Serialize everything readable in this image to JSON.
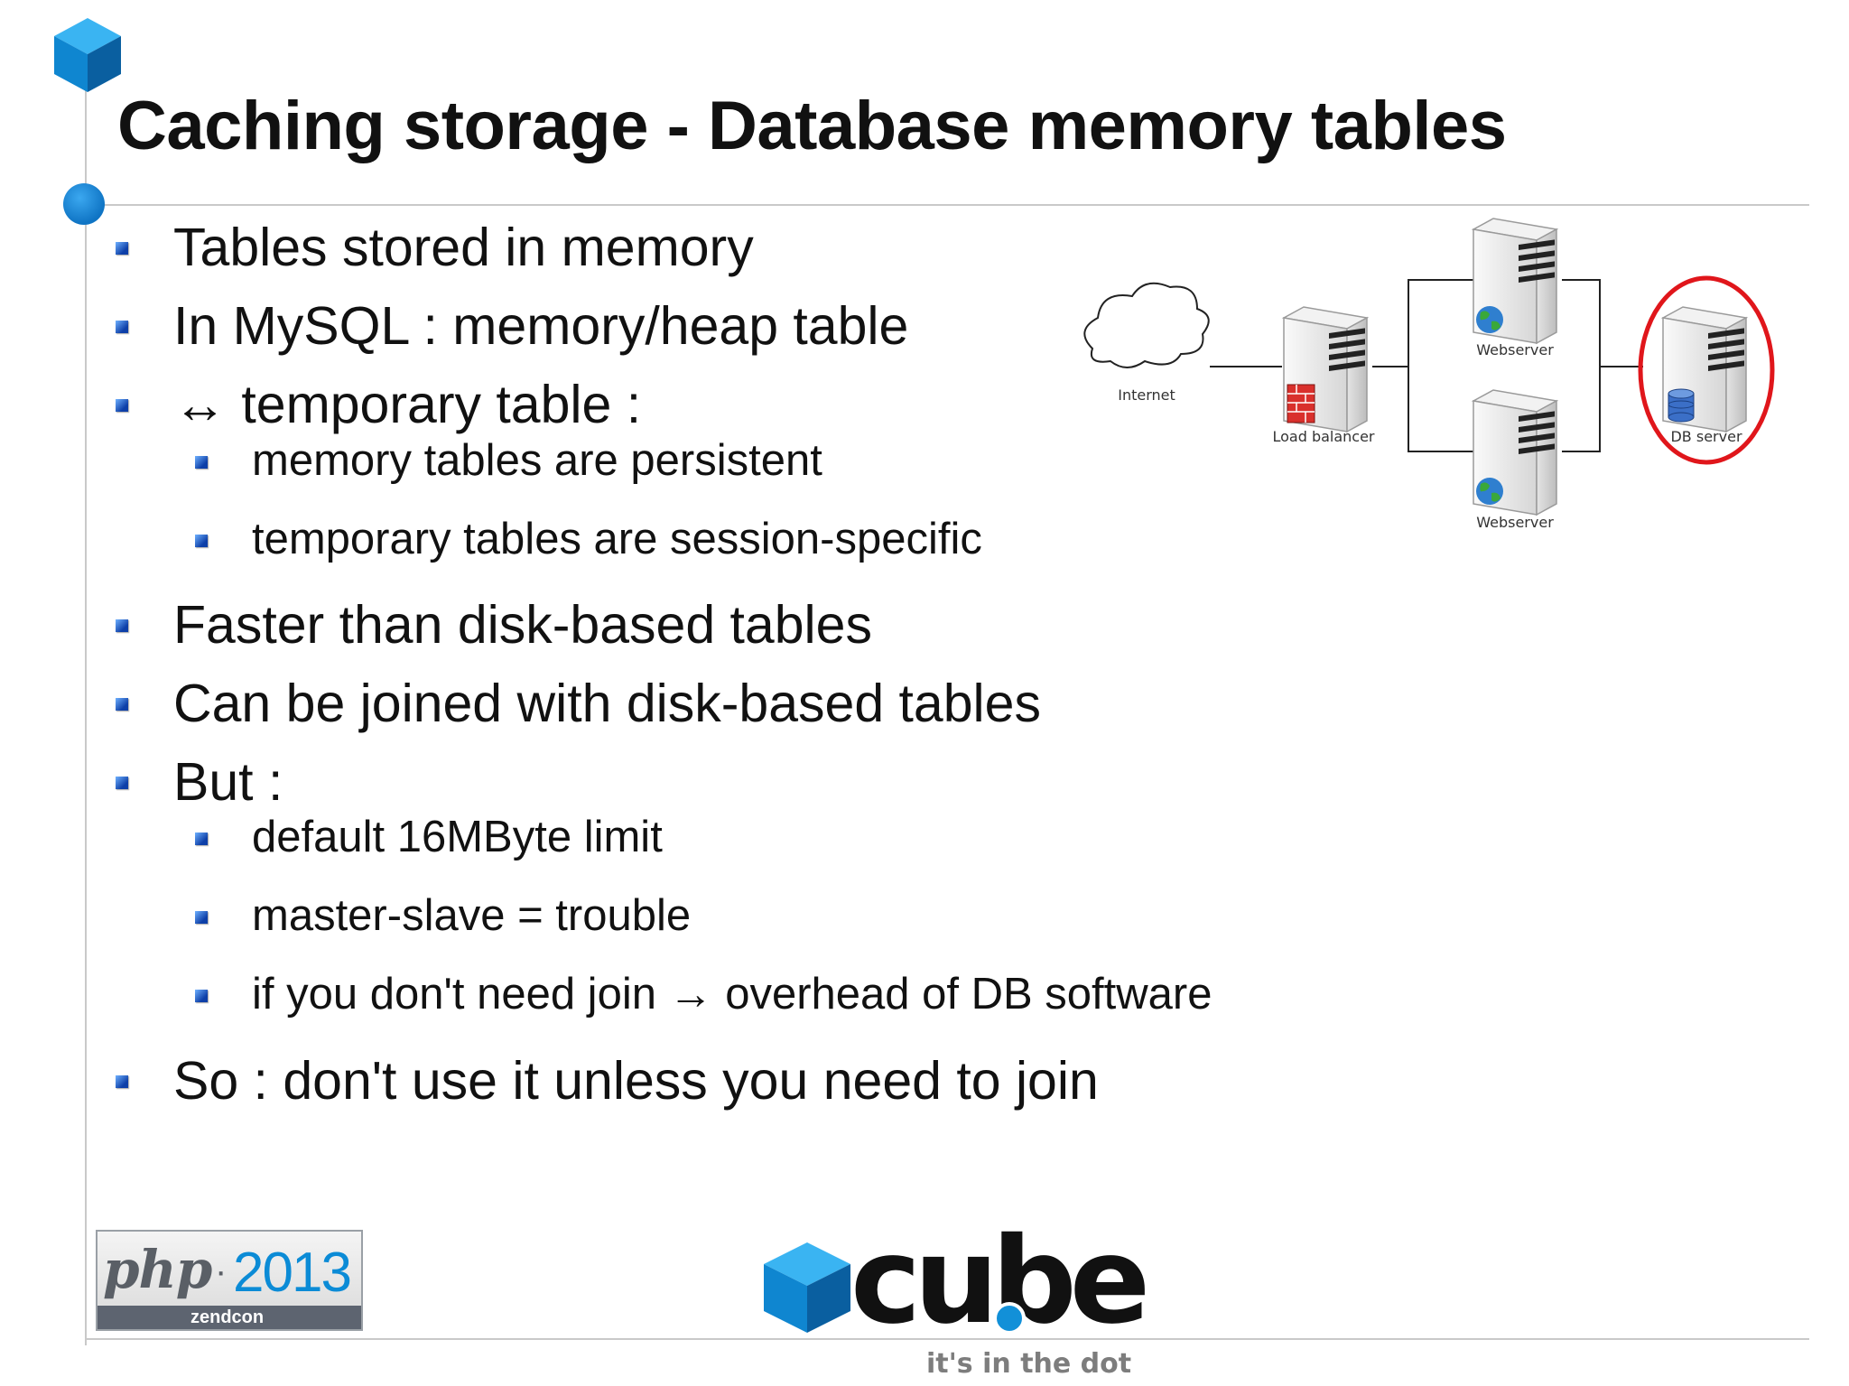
{
  "slide": {
    "title": "Caching storage - Database memory tables",
    "bullets": [
      {
        "text": "Tables stored in memory",
        "level": 1
      },
      {
        "text": "In MySQL : memory/heap table",
        "level": 1
      },
      {
        "text": "↔ temporary table :",
        "level": 1
      },
      {
        "text": "memory tables are persistent",
        "level": 2
      },
      {
        "text": "temporary tables are session-specific",
        "level": 2
      },
      {
        "text": "Faster than disk-based tables",
        "level": 1
      },
      {
        "text": "Can be joined with disk-based tables",
        "level": 1
      },
      {
        "text": "But :",
        "level": 1
      },
      {
        "text": "default 16MByte limit",
        "level": 2
      },
      {
        "text": "master-slave = trouble",
        "level": 2
      },
      {
        "text": "if you don't need join → overhead of DB software",
        "level": 2
      },
      {
        "text": "So : don't use it unless you need to join",
        "level": 1
      }
    ]
  },
  "diagram": {
    "internet_label": "Internet",
    "load_balancer_label": "Load balancer",
    "webserver_top_label": "Webserver",
    "webserver_bottom_label": "Webserver",
    "db_server_label": "DB server",
    "highlight_color": "#e0161b"
  },
  "logos": {
    "php_text": "php",
    "php_year": "2013",
    "php_sub": "zendcon",
    "cube_text": "cube",
    "cube_tagline": "it's in the dot"
  },
  "colors": {
    "accent_blue": "#0f74c4",
    "bullet_blue": "#1a4fc0",
    "cube_blue": "#1290d8"
  }
}
